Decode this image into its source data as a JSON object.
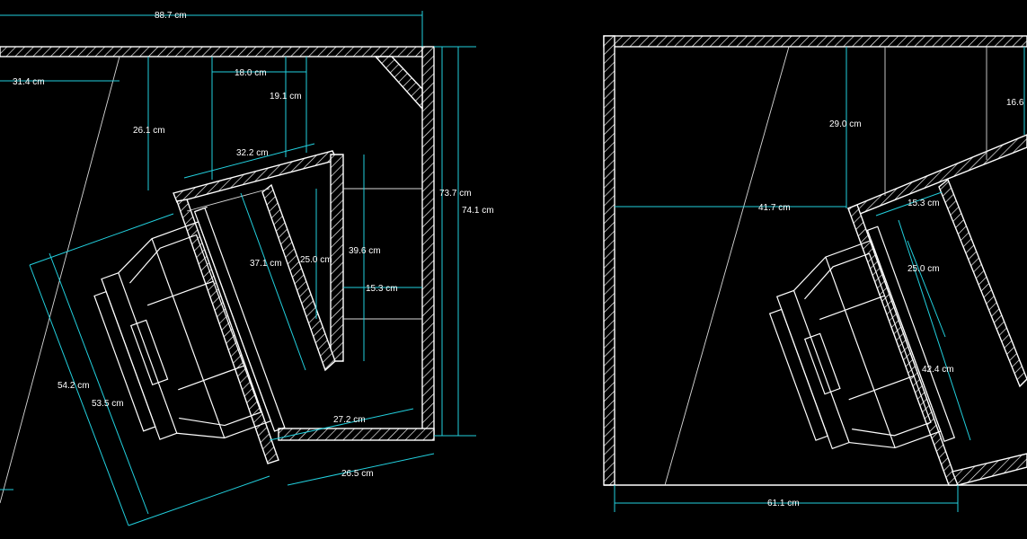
{
  "colors": {
    "background": "#000000",
    "lines": "#ffffff",
    "dimensions": "#22d0de"
  },
  "left_view": {
    "width": "88.7 cm",
    "left_offset": "31.4 cm",
    "top_gap": "18.0 cm",
    "drop_right": "19.1 cm",
    "drop_left": "26.1 cm",
    "baffle_top": "32.2 cm",
    "height_inner": "73.7 cm",
    "height_outer": "74.1 cm",
    "port_length": "37.1 cm",
    "port_height": "39.6 cm",
    "port_gap": "25.0 cm",
    "port_depth": "15.3 cm",
    "diag_outer": "54.2 cm",
    "diag_inner": "53.5 cm",
    "bottom_upper": "27.2 cm",
    "bottom_lower": "26.5 cm"
  },
  "right_view": {
    "top_drop": "29.0 cm",
    "side_height": "16.6",
    "horizontal": "41.7 cm",
    "port_depth": "15.3 cm",
    "port_gap": "25.0 cm",
    "slant": "42.4 cm",
    "bottom_width": "61.1 cm"
  }
}
